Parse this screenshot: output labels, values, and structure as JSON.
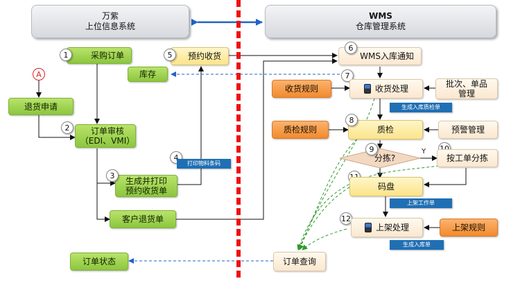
{
  "headers": {
    "left": {
      "title": "万紫",
      "subtitle": "上位信息系统"
    },
    "right": {
      "title": "WMS",
      "subtitle": "仓库管理系统"
    }
  },
  "left_nodes": {
    "purchase_order": "采购订单",
    "return_request": "退货申请",
    "order_review_line1": "订单审核",
    "order_review_line2": "（EDI、VMI）",
    "generate_print_line1": "生成并打印",
    "generate_print_line2": "预约收货单",
    "customer_return": "客户退货单",
    "inventory": "库存",
    "reserve_receipt": "预约收货",
    "order_status": "订单状态"
  },
  "right_nodes": {
    "inbound_notice": "WMS入库通知",
    "receiving_rules": "收货规则",
    "receiving_processing": "收货处理",
    "batch_item_mgmt_line1": "批次、单品",
    "batch_item_mgmt_line2": "管理",
    "qc_rules": "质检规则",
    "qc": "质检",
    "alert_mgmt": "预警管理",
    "sorting_decision": "分拣?",
    "sort_by_order": "按工单分拣",
    "palletizing": "码盘",
    "putaway_processing": "上架处理",
    "putaway_rules": "上架规则",
    "order_query": "订单查询"
  },
  "tags": {
    "print_barcode": "打印物料条码",
    "gen_qc_order": "生成入库质检单",
    "putaway_work_order": "上架工作单",
    "gen_inbound_order": "生成入库单"
  },
  "start_marker": "A",
  "yes_label": "Y",
  "step_numbers": [
    "1",
    "2",
    "3",
    "4",
    "5",
    "6",
    "7",
    "8",
    "9",
    "10",
    "11",
    "12"
  ],
  "colors": {
    "green": "#8cc63f",
    "yellow": "#fbe48a",
    "orange": "#f28a2e",
    "cream": "#fbe7cf",
    "tag_blue": "#1f6fb4",
    "divider_red": "#e11111",
    "arrow_blue": "#1f63c6",
    "dashed_green": "#2e9a2e"
  }
}
